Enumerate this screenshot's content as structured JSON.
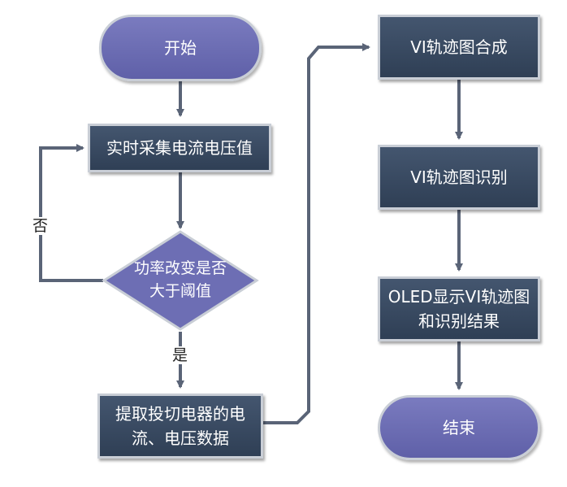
{
  "nodes": {
    "start": "开始",
    "collect": "实时采集电流电压值",
    "decision_line1": "功率改变是否",
    "decision_line2": "大于阈值",
    "extract_line1": "提取投切电器的电",
    "extract_line2": "流、电压数据",
    "synth": "VI轨迹图合成",
    "identify": "VI轨迹图识别",
    "oled_line1": "OLED显示VI轨迹图",
    "oled_line2": "和识别结果",
    "end": "结束"
  },
  "labels": {
    "no": "否",
    "yes": "是"
  },
  "colors": {
    "rect_fill": "#3a4b63",
    "pill_fill": "#6d6eb4",
    "border": "#c9ced6",
    "arrow": "#5a6477"
  }
}
